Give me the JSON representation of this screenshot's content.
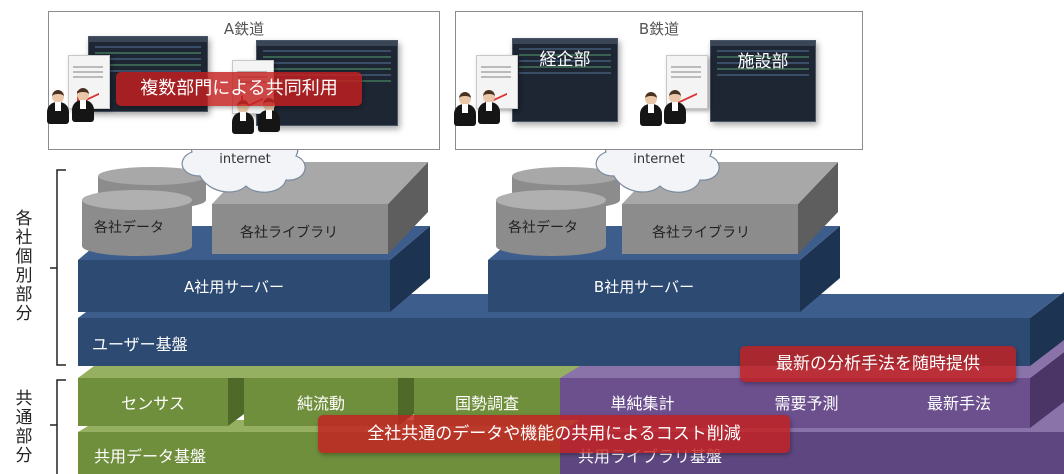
{
  "side_labels": {
    "individual": [
      "各",
      "社",
      "個",
      "別",
      "部",
      "分"
    ],
    "common": [
      "共",
      "通",
      "部",
      "分"
    ]
  },
  "companies": {
    "a": {
      "title": "A鉄道",
      "banner": "複数部門による共同利用",
      "cloud": "internet",
      "data_label": "各社データ",
      "library_label": "各社ライブラリ",
      "server_label": "A社用サーバー"
    },
    "b": {
      "title": "B鉄道",
      "screen_1": "経企部",
      "screen_2": "施設部",
      "cloud": "internet",
      "data_label": "各社データ",
      "library_label": "各社ライブラリ",
      "server_label": "B社用サーバー"
    }
  },
  "user_platform": "ユーザー基盤",
  "common": {
    "data_items": [
      "センサス",
      "純流動",
      "国勢調査"
    ],
    "library_items": [
      "単純集計",
      "需要予測",
      "最新手法"
    ],
    "data_platform": "共用データ基盤",
    "library_platform": "共用ライブラリ基盤"
  },
  "banners": {
    "latest": "最新の分析手法を随時提供",
    "cost": "全社共通のデータや機能の共用によるコスト削減"
  },
  "colors": {
    "navy": "#2d4a72",
    "green": "#6f8f3c",
    "purple": "#6c4f8d",
    "gray_block": "#8c8c8c",
    "banner_red": "#c42020"
  }
}
